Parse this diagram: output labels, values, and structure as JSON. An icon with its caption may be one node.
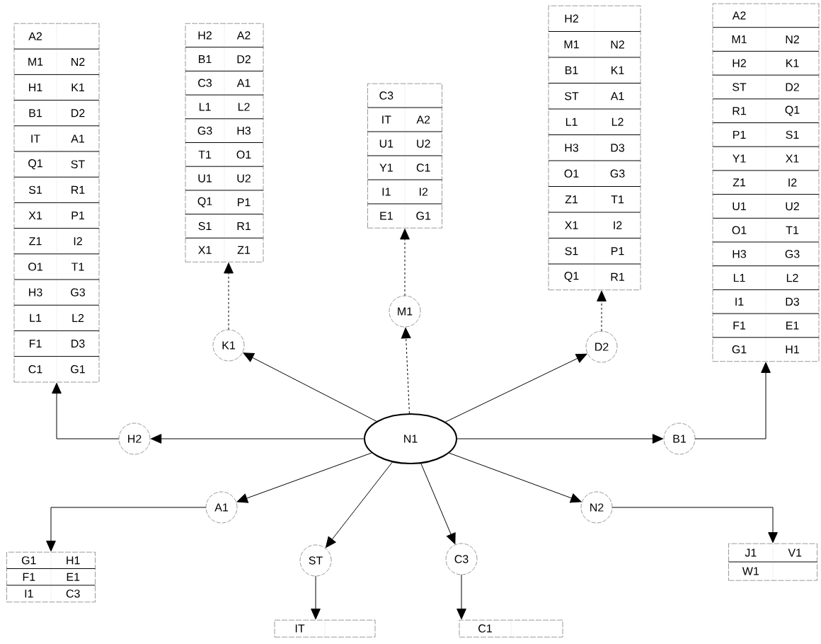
{
  "diagram": {
    "nodes": [
      {
        "text": [
          "N1"
        ]
      },
      {
        "text": [
          "H2"
        ]
      },
      {
        "text": [
          "K1"
        ]
      },
      {
        "text": [
          "M1"
        ]
      },
      {
        "text": [
          "D2"
        ]
      },
      {
        "text": [
          "B1"
        ]
      },
      {
        "text": [
          "A1"
        ]
      },
      {
        "text": [
          "ST"
        ]
      },
      {
        "text": [
          "C3"
        ]
      },
      {
        "text": [
          "N2"
        ]
      },
      {
        "text": [
          "A2",
          "M1",
          "N2",
          "H1",
          "K1",
          "B1",
          "D2",
          "IT",
          "A1",
          "Q1",
          "ST",
          "S1",
          "R1",
          "X1",
          "P1",
          "Z1",
          "I2",
          "O1",
          "T1",
          "H3",
          "G3",
          "L1",
          "L2",
          "F1",
          "D3",
          "C1",
          "G1"
        ]
      },
      {
        "text": [
          "H2",
          "A2",
          "B1",
          "D2",
          "C3",
          "A1",
          "L1",
          "L2",
          "G3",
          "H3",
          "T1",
          "O1",
          "U1",
          "U2",
          "Q1",
          "P1",
          "S1",
          "R1",
          "X1",
          "Z1"
        ]
      },
      {
        "text": [
          "C3",
          "IT",
          "A2",
          "U1",
          "U2",
          "Y1",
          "C1",
          "I1",
          "I2",
          "E1",
          "G1"
        ]
      },
      {
        "text": [
          "H2",
          "M1",
          "N2",
          "B1",
          "K1",
          "ST",
          "A1",
          "L1",
          "L2",
          "H3",
          "D3",
          "O1",
          "G3",
          "Z1",
          "T1",
          "X1",
          "I2",
          "S1",
          "P1",
          "Q1",
          "R1"
        ]
      },
      {
        "text": [
          "A2",
          "M1",
          "N2",
          "H2",
          "K1",
          "ST",
          "D2",
          "R1",
          "Q1",
          "P1",
          "S1",
          "Y1",
          "X1",
          "Z1",
          "I2",
          "U1",
          "U2",
          "O1",
          "T1",
          "H3",
          "G3",
          "L1",
          "L2",
          "I1",
          "D3",
          "F1",
          "E1",
          "G1",
          "H1"
        ]
      },
      {
        "text": [
          "G1",
          "H1",
          "F1",
          "E1",
          "I1",
          "C3"
        ]
      },
      {
        "text": [
          "IT"
        ]
      },
      {
        "text": [
          "C1"
        ]
      },
      {
        "text": [
          "J1",
          "V1",
          "W1"
        ]
      }
    ],
    "edges": [
      {
        "from": 0,
        "to": 1,
        "arrow": "to"
      },
      {
        "from": 0,
        "to": 2,
        "arrow": "to"
      },
      {
        "from": 0,
        "to": 3,
        "arrow": "to",
        "style": "dashed"
      },
      {
        "from": 0,
        "to": 4,
        "arrow": "to"
      },
      {
        "from": 0,
        "to": 5,
        "arrow": "to"
      },
      {
        "from": 0,
        "to": 6,
        "arrow": "to"
      },
      {
        "from": 0,
        "to": 7,
        "arrow": "to"
      },
      {
        "from": 0,
        "to": 8,
        "arrow": "to"
      },
      {
        "from": 0,
        "to": 9,
        "arrow": "to"
      },
      {
        "from": 1,
        "to": 10,
        "arrow": "to"
      },
      {
        "from": 2,
        "to": 11,
        "arrow": "to",
        "style": "dashed"
      },
      {
        "from": 3,
        "to": 12,
        "arrow": "to",
        "style": "dashed"
      },
      {
        "from": 4,
        "to": 13,
        "arrow": "to",
        "style": "dashed"
      },
      {
        "from": 5,
        "to": 14,
        "arrow": "to"
      },
      {
        "from": 6,
        "to": 15,
        "arrow": "to"
      },
      {
        "from": 7,
        "to": 16,
        "arrow": "to"
      },
      {
        "from": 8,
        "to": 17,
        "arrow": "to"
      },
      {
        "from": 9,
        "to": 18,
        "arrow": "to"
      }
    ]
  }
}
